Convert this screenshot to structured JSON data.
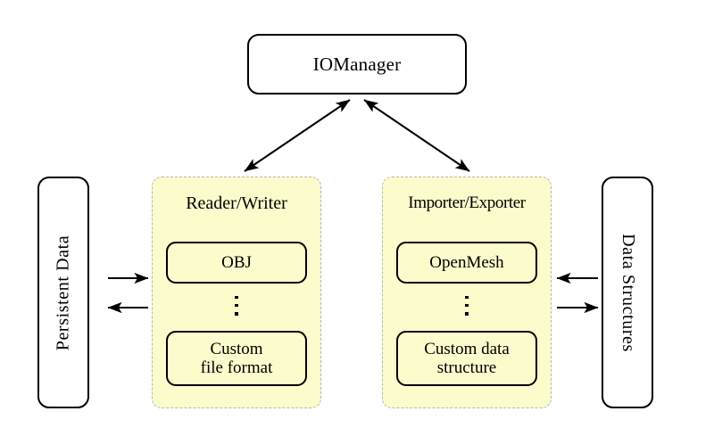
{
  "diagram": {
    "title_node": {
      "label": "IOManager"
    },
    "left_side_node": {
      "label": "Persistent Data"
    },
    "right_side_node": {
      "label": "Data Structures"
    },
    "groups": [
      {
        "id": "reader-writer",
        "title": "Reader/Writer",
        "top_item": "OBJ",
        "ellipsis": "⋮",
        "bottom_item_line1": "Custom",
        "bottom_item_line2": "file format"
      },
      {
        "id": "importer-exporter",
        "title": "Importer/Exporter",
        "top_item": "OpenMesh",
        "ellipsis": "⋮",
        "bottom_item_line1": "Custom data",
        "bottom_item_line2": "structure"
      }
    ],
    "connections": [
      {
        "name": "manager-to-reader-writer",
        "style": "double-headed-diagonal"
      },
      {
        "name": "manager-to-importer-exporter",
        "style": "double-headed-diagonal"
      },
      {
        "name": "persistent-data-to-reader-writer",
        "style": "single-headed-right"
      },
      {
        "name": "reader-writer-to-persistent-data",
        "style": "single-headed-left"
      },
      {
        "name": "data-structures-to-importer-exporter",
        "style": "single-headed-left"
      },
      {
        "name": "importer-exporter-to-data-structures",
        "style": "single-headed-right"
      }
    ],
    "colors": {
      "background": "#ffffff",
      "group_fill": "#fbfbcc",
      "group_border": "#b5b5b5",
      "node_border": "#000000",
      "text": "#000000"
    }
  }
}
